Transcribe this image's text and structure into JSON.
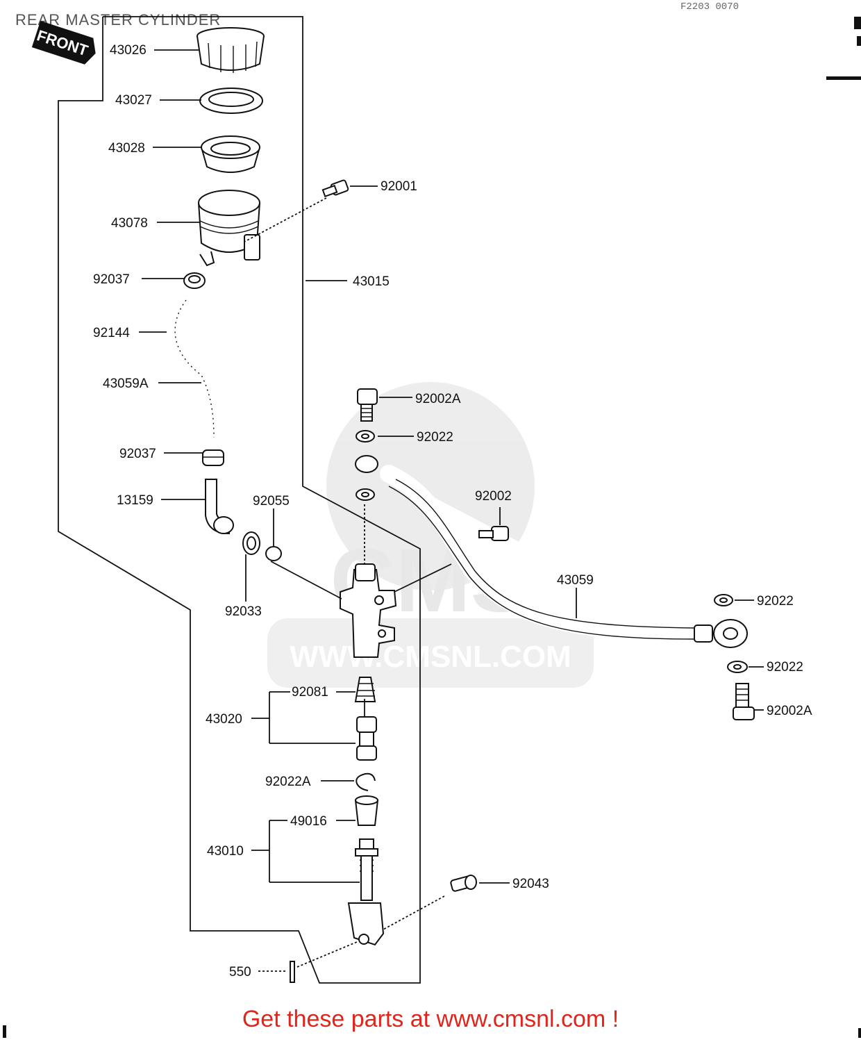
{
  "header": {
    "title": "REAR MASTER CYLINDER",
    "code": "F2203 0070"
  },
  "front_badge": "FRONT",
  "watermark": {
    "text": "CMS",
    "url": "WWW.CMSNL.COM"
  },
  "parts": [
    {
      "id": "43026"
    },
    {
      "id": "43027"
    },
    {
      "id": "43028"
    },
    {
      "id": "92001"
    },
    {
      "id": "43078"
    },
    {
      "id": "92037"
    },
    {
      "id": "43015"
    },
    {
      "id": "92144"
    },
    {
      "id": "43059A"
    },
    {
      "id": "92002A"
    },
    {
      "id": "92022"
    },
    {
      "id": "92037b",
      "label": "92037"
    },
    {
      "id": "92002"
    },
    {
      "id": "13159"
    },
    {
      "id": "92055"
    },
    {
      "id": "43059"
    },
    {
      "id": "92033"
    },
    {
      "id": "92022b",
      "label": "92022"
    },
    {
      "id": "92022c",
      "label": "92022"
    },
    {
      "id": "92081"
    },
    {
      "id": "43020"
    },
    {
      "id": "92002Ab",
      "label": "92002A"
    },
    {
      "id": "92022A"
    },
    {
      "id": "49016"
    },
    {
      "id": "43010"
    },
    {
      "id": "92043"
    },
    {
      "id": "550"
    }
  ],
  "footer": {
    "cta": "Get these parts at www.cmsnl.com !"
  }
}
